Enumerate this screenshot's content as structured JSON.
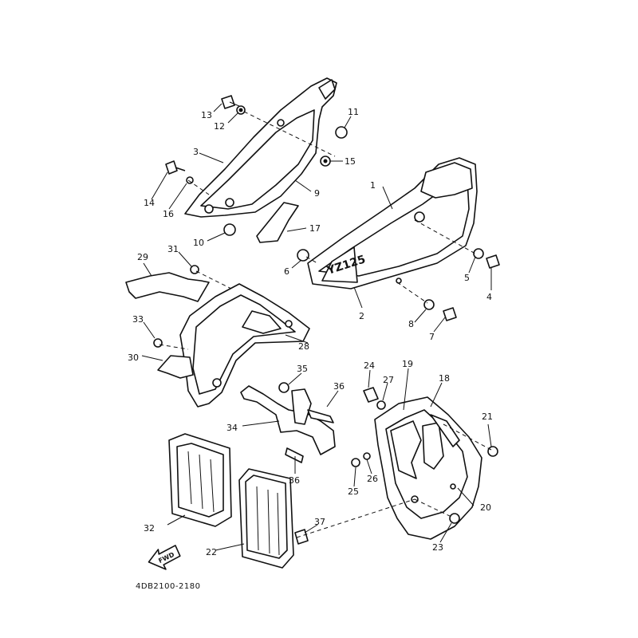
{
  "diagram_code": "4DB2100-2180",
  "fwd_label": "FWD",
  "decal_text": "YZ125",
  "callouts": {
    "c1": "1",
    "c2": "2",
    "c3": "3",
    "c4": "4",
    "c5": "5",
    "c6": "6",
    "c7": "7",
    "c8": "8",
    "c9": "9",
    "c10": "10",
    "c11": "11",
    "c12": "12",
    "c13": "13",
    "c14": "14",
    "c15": "15",
    "c16": "16",
    "c17": "17",
    "c18": "18",
    "c19": "19",
    "c20": "20",
    "c21": "21",
    "c22": "22",
    "c23": "23",
    "c24": "24",
    "c25": "25",
    "c26": "26",
    "c27": "27",
    "c28": "28",
    "c29": "29",
    "c30": "30",
    "c31": "31",
    "c32": "32",
    "c33": "33",
    "c34": "34",
    "c35": "35",
    "c36a": "36",
    "c36b": "36",
    "c37": "37"
  }
}
